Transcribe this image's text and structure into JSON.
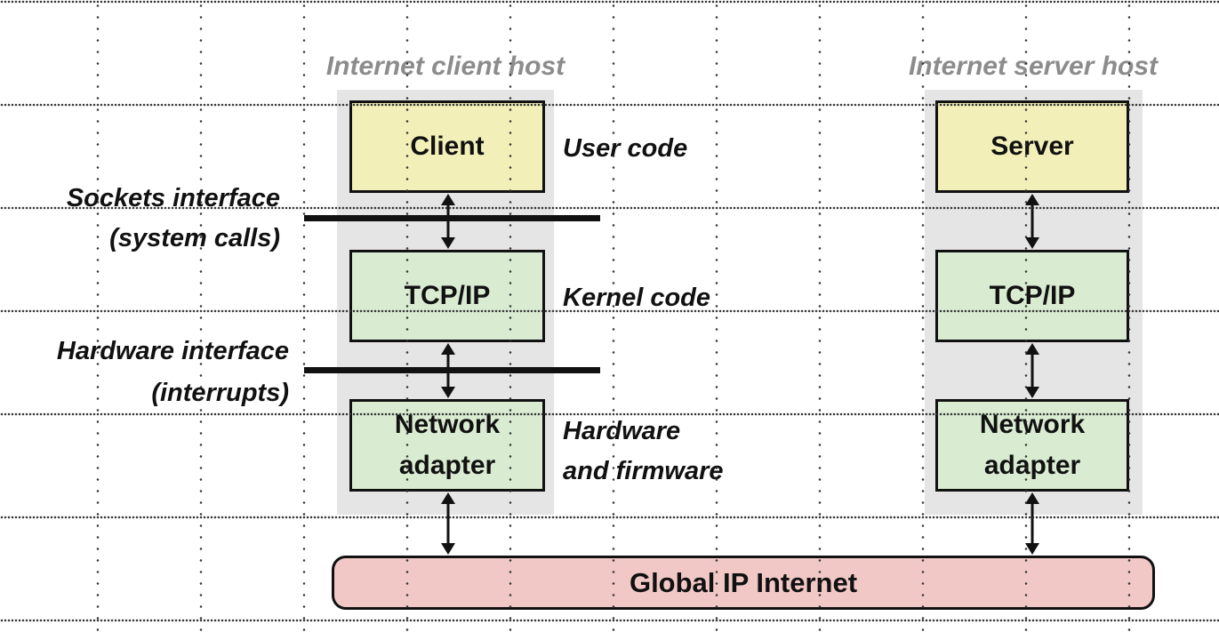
{
  "colors": {
    "user_fill": "#f2efb8",
    "kernel_fill": "#d9ecd2",
    "internet_fill": "#f1c8c6",
    "host_bg": "#e5e5e5",
    "title_text": "#8c8c8c",
    "line": "#111111"
  },
  "client_host": {
    "title": "Internet client host",
    "client_label": "Client",
    "tcpip_label": "TCP/IP",
    "adapter_label": "Network adapter"
  },
  "server_host": {
    "title": "Internet server host",
    "server_label": "Server",
    "tcpip_label": "TCP/IP",
    "adapter_label": "Network adapter"
  },
  "annotations": {
    "sockets_interface": {
      "line1": "Sockets interface",
      "line2": "(system calls)"
    },
    "hardware_interface": {
      "line1": "Hardware interface",
      "line2": "(interrupts)"
    },
    "user_code": "User code",
    "kernel_code": "Kernel code",
    "hardware_firmware": {
      "line1": "Hardware",
      "line2": "and firmware"
    }
  },
  "internet": {
    "label": "Global IP Internet"
  }
}
